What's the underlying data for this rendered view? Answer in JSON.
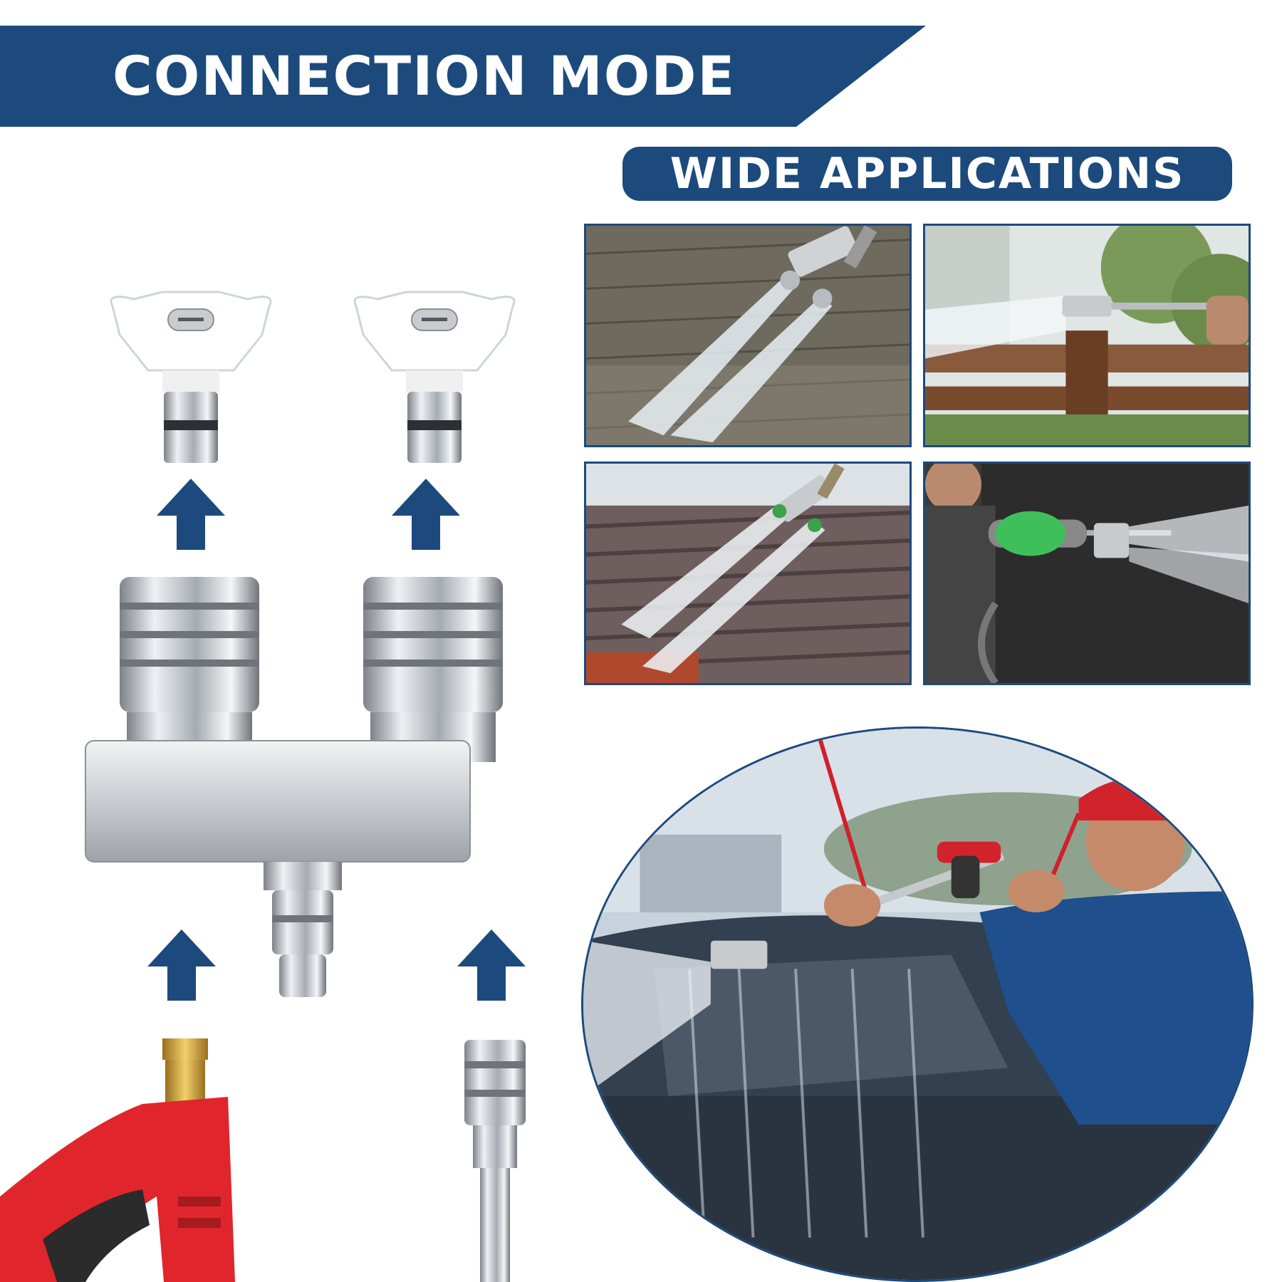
{
  "banner": {
    "title": "CONNECTION MODE"
  },
  "applications": {
    "title": "WIDE APPLICATIONS",
    "photos": [
      {
        "subject": "concrete-wall-cleaning"
      },
      {
        "subject": "wooden-fence-cleaning"
      },
      {
        "subject": "roof-tile-cleaning"
      },
      {
        "subject": "gloved-hand-spraying"
      }
    ],
    "featured": {
      "subject": "car-washing"
    }
  },
  "colors": {
    "brand": "#1c4a7c",
    "text_on_brand": "#ffffff",
    "arrow": "#1c4a7c",
    "gun_red": "#e0262c",
    "brass": "#c9962b"
  },
  "icons": {
    "arrow": "up-arrow-icon",
    "nozzle": "nozzle-tip-icon",
    "coupler": "quick-coupler-icon",
    "manifold": "manifold-icon",
    "gun": "spray-gun-icon",
    "wand": "wand-icon"
  }
}
